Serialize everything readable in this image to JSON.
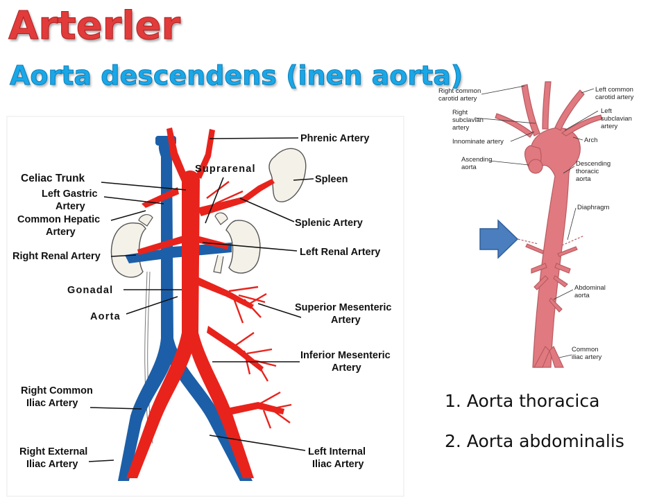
{
  "title": "Arterler",
  "subtitle": "Aorta descendens (inen aorta)",
  "left_diagram": {
    "labels": {
      "phrenic": "Phrenic Artery",
      "suprarenal": "Suprarenal",
      "spleen": "Spleen",
      "celiac": "Celiac Trunk",
      "left_gastric_1": "Left Gastric",
      "left_gastric_2": "Artery",
      "common_hepatic_1": "Common Hepatic",
      "common_hepatic_2": "Artery",
      "splenic": "Splenic Artery",
      "right_renal": "Right Renal Artery",
      "left_renal": "Left Renal Artery",
      "gonadal": "Gonadal",
      "aorta": "Aorta",
      "sup_mes_1": "Superior Mesenteric",
      "sup_mes_2": "Artery",
      "inf_mes_1": "Inferior Mesenteric",
      "inf_mes_2": "Artery",
      "r_common_iliac_1": "Right Common",
      "r_common_iliac_2": "Iliac Artery",
      "r_ext_iliac_1": "Right External",
      "r_ext_iliac_2": "Iliac Artery",
      "l_int_iliac_1": "Left Internal",
      "l_int_iliac_2": "Iliac Artery"
    }
  },
  "right_diagram": {
    "labels": {
      "r_common_carotid_1": "Right common",
      "r_common_carotid_2": "carotid artery",
      "r_subclavian_1": "Right",
      "r_subclavian_2": "subclavian",
      "r_subclavian_3": "artery",
      "innominate": "Innominate artery",
      "ascending_1": "Ascending",
      "ascending_2": "aorta",
      "l_common_carotid_1": "Left common",
      "l_common_carotid_2": "carotid artery",
      "l_subclavian_1": "Left",
      "l_subclavian_2": "subclavian",
      "l_subclavian_3": "artery",
      "arch": "Arch",
      "descending_1": "Descending",
      "descending_2": "thoracic",
      "descending_3": "aorta",
      "diaphragm": "Diaphragm",
      "abdominal_1": "Abdominal",
      "abdominal_2": "aorta",
      "common_iliac_1": "Common",
      "common_iliac_2": "iliac artery"
    }
  },
  "list": [
    "1. Aorta thoracica",
    "2. Aorta abdominalis"
  ],
  "colors": {
    "title": "#e23b3b",
    "subtitle": "#1aa7e8",
    "artery_red": "#e8231c",
    "vein_blue": "#1c5fa8",
    "aorta_pink": "#e07a80",
    "arrow_blue": "#4a7ebf"
  }
}
